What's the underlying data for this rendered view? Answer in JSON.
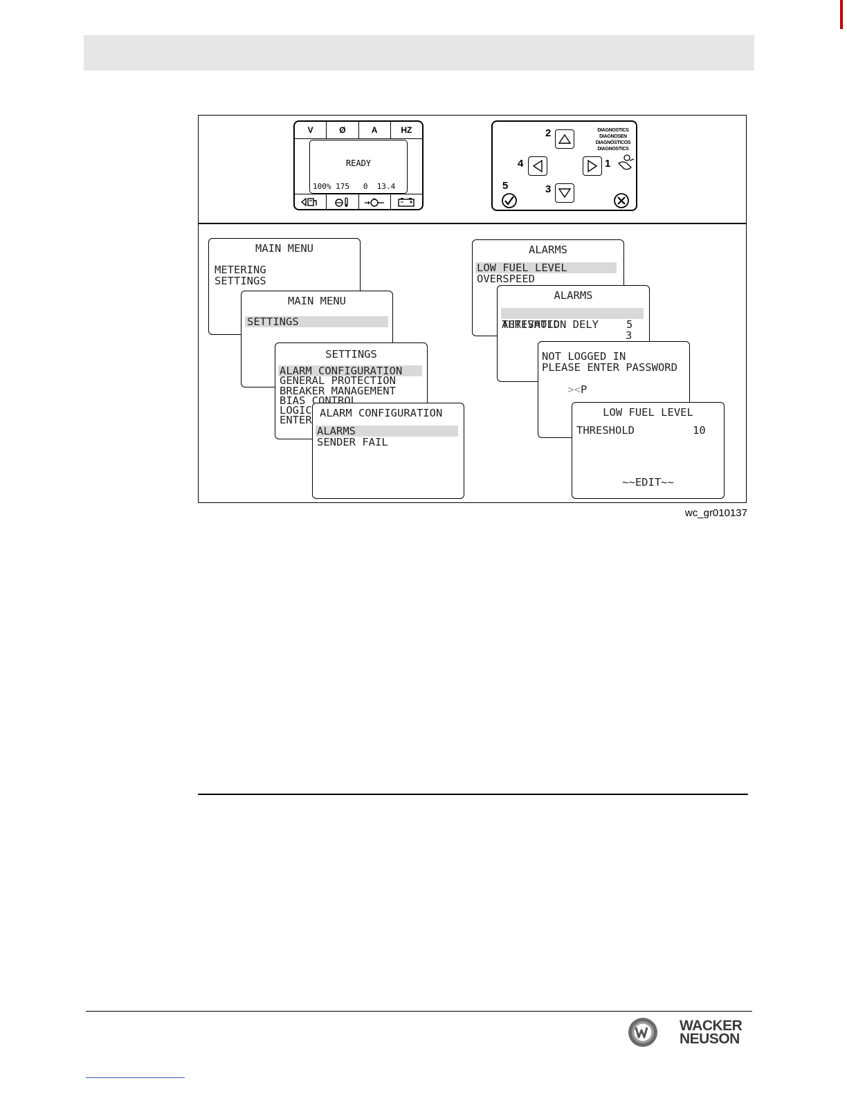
{
  "figure": {
    "caption": "wc_gr010137",
    "display_panel": {
      "header": [
        "V",
        "Ø",
        "A",
        "HZ"
      ],
      "status": "READY",
      "readout": "100% 175   0  13.4",
      "footer_icons": [
        "fuel-level-icon",
        "oil-temperature-icon",
        "oil-pressure-icon",
        "battery-icon"
      ]
    },
    "keypad": {
      "diagnostics_labels": [
        "DIAGNOSTICS",
        "DIAGNOSEN",
        "DIAGNÓSTICOS",
        "DIAGNOSTICS"
      ],
      "key_numbers": {
        "right": "1",
        "up": "2",
        "down": "3",
        "left": "4",
        "enter": "5"
      }
    },
    "screens": {
      "main_menu_1": {
        "title": "MAIN MENU",
        "lines": [
          "METERING",
          "SETTINGS"
        ]
      },
      "main_menu_2": {
        "title": "MAIN MENU",
        "selected": "SETTINGS"
      },
      "settings": {
        "title": "SETTINGS",
        "selected": "ALARM CONFIGURATION",
        "lines": [
          "GENERAL PROTECTION",
          "BREAKER MANAGEMENT",
          "BIAS CONTROL",
          "LOGIC",
          "ENTER"
        ]
      },
      "alarm_configuration": {
        "title": "ALARM CONFIGURATION",
        "selected": "ALARMS",
        "lines": [
          "SENDER FAIL"
        ]
      },
      "alarms_1": {
        "title": "ALARMS",
        "selected": "LOW FUEL LEVEL",
        "lines": [
          "OVERSPEED"
        ]
      },
      "alarms_2": {
        "title": "ALARMS",
        "threshold_label": "THRESHOLD",
        "threshold_value": "3",
        "delay_label": "ACTIVATION DELY",
        "delay_value": "5"
      },
      "login": {
        "line1": "NOT LOGGED IN",
        "line2": "PLEASE ENTER PASSWORD",
        "prompt": "><",
        "entry": "P"
      },
      "low_fuel": {
        "title": "LOW FUEL LEVEL",
        "threshold_label": "THRESHOLD",
        "threshold_value": "10",
        "mode": "~~EDIT~~"
      }
    }
  },
  "footer": {
    "logo_line1": "WACKER",
    "logo_line2": "NEUSON"
  }
}
